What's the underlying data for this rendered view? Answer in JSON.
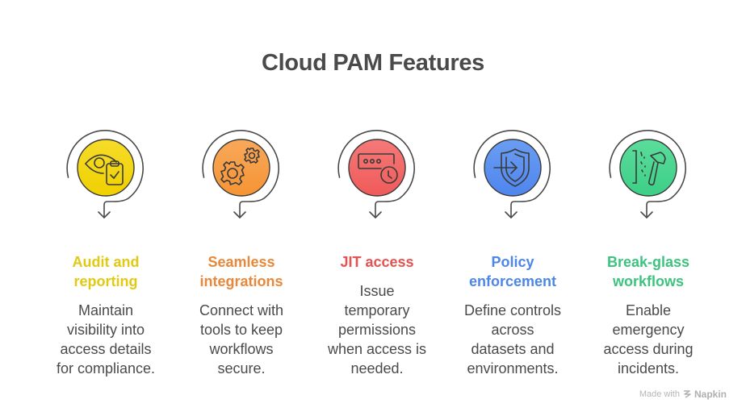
{
  "title": "Cloud PAM Features",
  "features": [
    {
      "title_lines": [
        "Audit and",
        "reporting"
      ],
      "desc_lines": [
        "Maintain",
        "visibility into",
        "access details",
        "for compliance."
      ],
      "icon": "eye-clipboard-icon",
      "fill": "#F6DC2A",
      "fill_dark": "#F0D000",
      "title_color": "#E2C912"
    },
    {
      "title_lines": [
        "Seamless",
        "integrations"
      ],
      "desc_lines": [
        "Connect with",
        "tools to keep",
        "workflows",
        "secure."
      ],
      "icon": "gears-icon",
      "fill": "#F8A85A",
      "fill_dark": "#F69434",
      "title_color": "#E8883A"
    },
    {
      "title_lines": [
        "JIT access"
      ],
      "desc_lines": [
        "Issue",
        "temporary",
        "permissions",
        "when access is",
        "needed."
      ],
      "icon": "password-clock-icon",
      "fill": "#F47A78",
      "fill_dark": "#F05A5A",
      "title_color": "#E55252"
    },
    {
      "title_lines": [
        "Policy",
        "enforcement"
      ],
      "desc_lines": [
        "Define controls",
        "across",
        "datasets and",
        "environments."
      ],
      "icon": "shield-login-icon",
      "fill": "#6A9DF2",
      "fill_dark": "#4F86EE",
      "title_color": "#4C86E8"
    },
    {
      "title_lines": [
        "Break-glass",
        "workflows"
      ],
      "desc_lines": [
        "Enable",
        "emergency",
        "access during",
        "incidents."
      ],
      "icon": "hammer-glass-icon",
      "fill": "#5CDC9C",
      "fill_dark": "#3CCF86",
      "title_color": "#3CC47F"
    }
  ],
  "credit": {
    "prefix": "Made with",
    "brand": "Napkin",
    "icon": "napkin-logo-icon"
  }
}
